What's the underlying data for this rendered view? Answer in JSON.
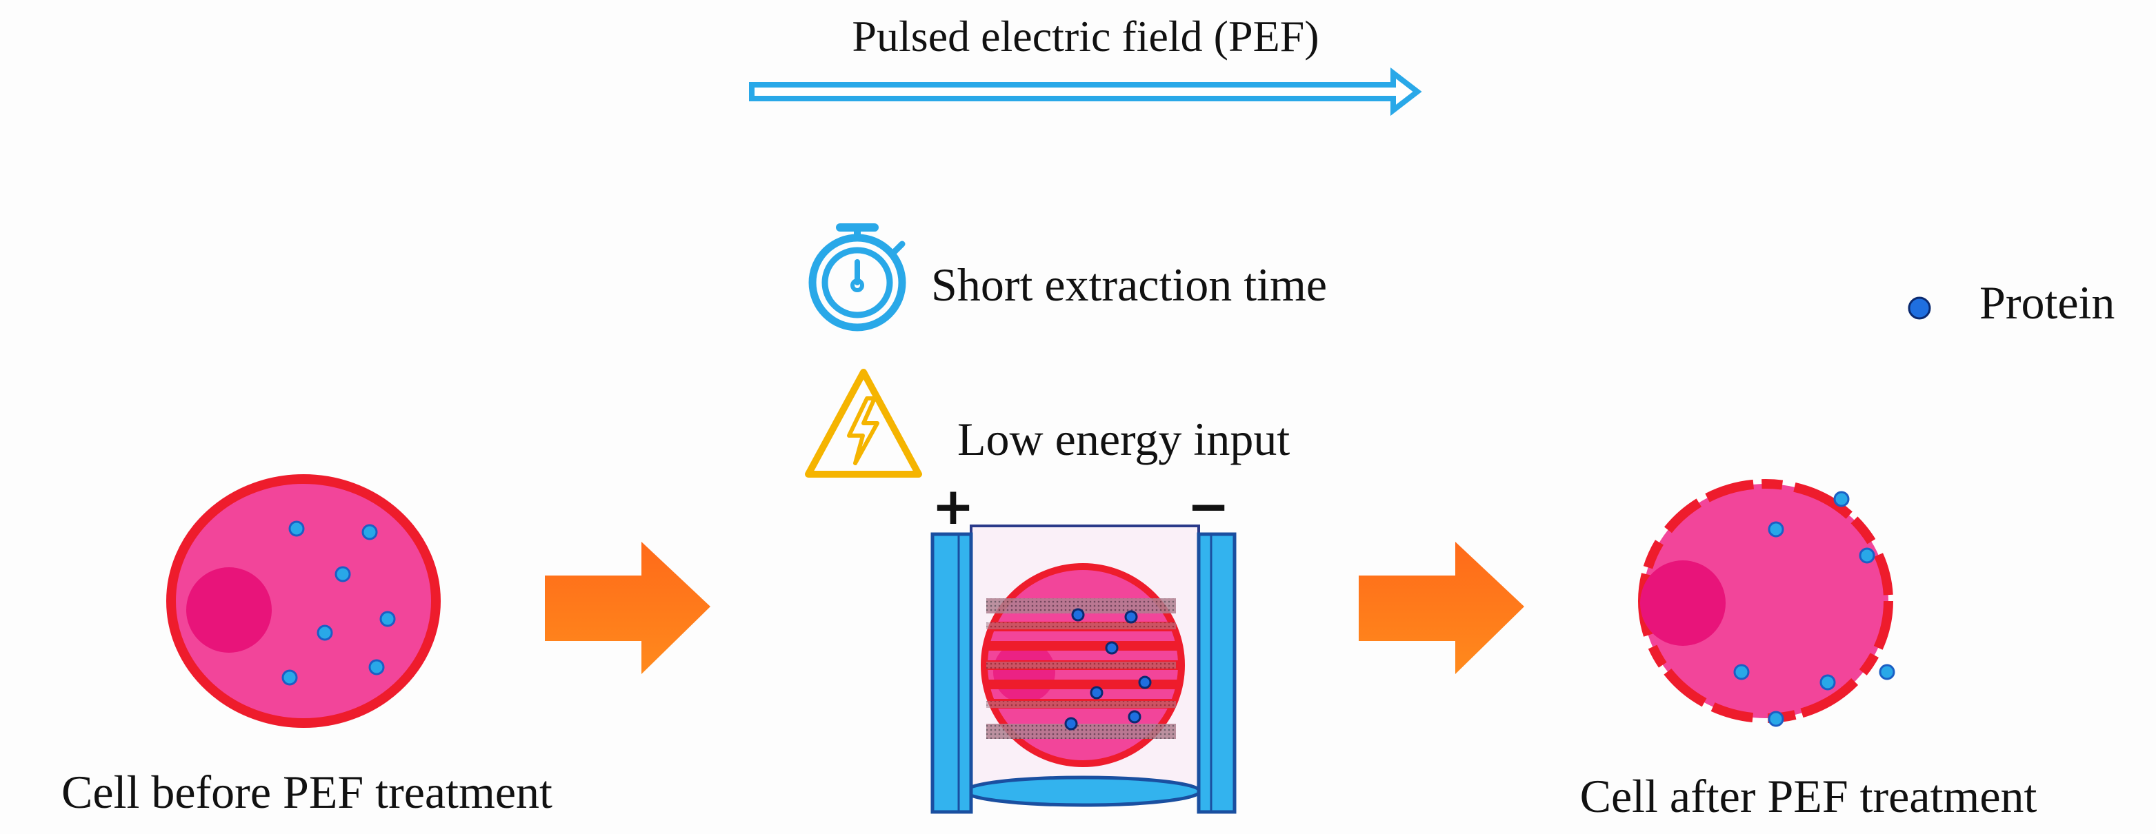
{
  "title": "Pulsed electric field (PEF)",
  "benefits": [
    {
      "icon": "stopwatch-icon",
      "label": "Short extraction time"
    },
    {
      "icon": "high-voltage-warning-icon",
      "label": "Low energy input"
    }
  ],
  "legend": {
    "label": "Protein",
    "color": "#1f6fe0"
  },
  "electrodes": {
    "positive": "+",
    "negative": "−"
  },
  "captions": {
    "before": "Cell before PEF treatment",
    "after": "Cell after PEF treatment"
  },
  "colors": {
    "arrow_blue": "#29a8e8",
    "cell_fill": "#f2459a",
    "cell_membrane": "#ee1c2c",
    "nucleus": "#e8147a",
    "process_arrow": "#f26322",
    "electrode": "#33b3ee",
    "warning": "#f5b400"
  }
}
